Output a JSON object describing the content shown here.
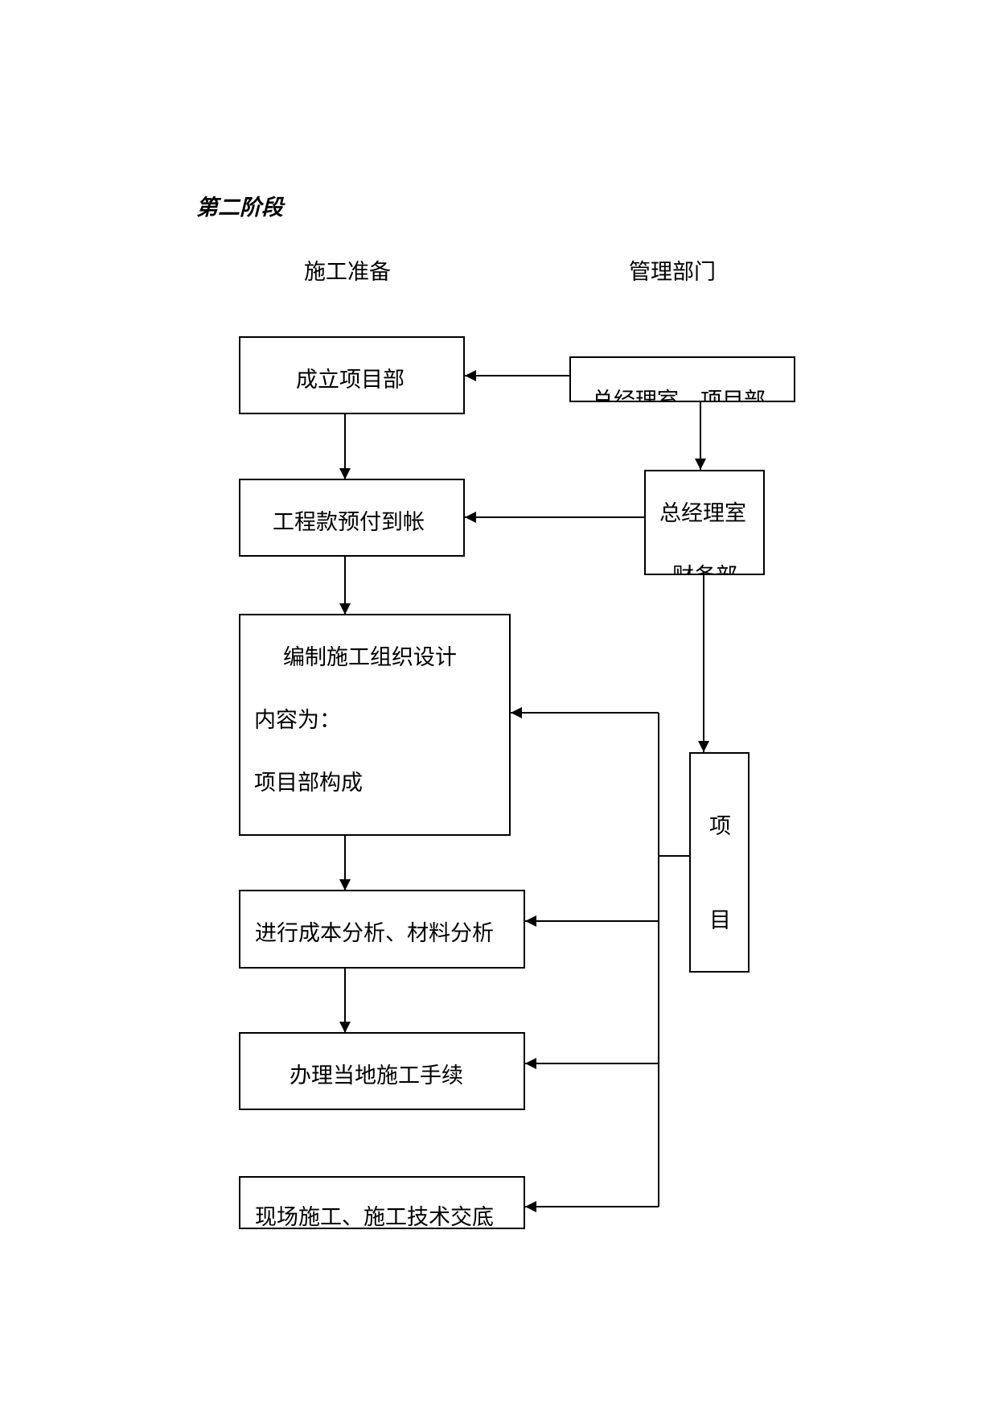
{
  "stage_title": "第二阶段",
  "columns": {
    "left": "施工准备",
    "right": "管理部门"
  },
  "left_boxes": {
    "b1": "成立项目部",
    "b2": "工程款预付到帐",
    "b3": {
      "line1": "编制施工组织设计",
      "line2": "内容为：",
      "line3": "项目部构成"
    },
    "b4": "进行成本分析、材料分析",
    "b5": "办理当地施工手续",
    "b6": "现场施工、施工技术交底"
  },
  "right_boxes": {
    "r1": "总经理室、项目部",
    "r2": {
      "line1": "总经理室",
      "line2": "财务部"
    },
    "r3": {
      "char1": "项",
      "char2": "目"
    }
  }
}
